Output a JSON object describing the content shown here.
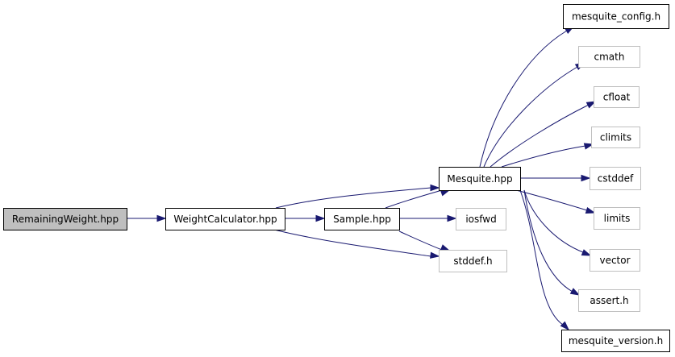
{
  "graph": {
    "nodes": [
      {
        "id": "remainingweight",
        "label": "RemainingWeight.hpp",
        "style": "current"
      },
      {
        "id": "weightcalculator",
        "label": "WeightCalculator.hpp",
        "style": "documented"
      },
      {
        "id": "sample",
        "label": "Sample.hpp",
        "style": "documented"
      },
      {
        "id": "mesquite",
        "label": "Mesquite.hpp",
        "style": "documented"
      },
      {
        "id": "iosfwd",
        "label": "iosfwd",
        "style": "external"
      },
      {
        "id": "stddef",
        "label": "stddef.h",
        "style": "external"
      },
      {
        "id": "mesquite_config",
        "label": "mesquite_config.h",
        "style": "documented"
      },
      {
        "id": "cmath",
        "label": "cmath",
        "style": "external"
      },
      {
        "id": "cfloat",
        "label": "cfloat",
        "style": "external"
      },
      {
        "id": "climits",
        "label": "climits",
        "style": "external"
      },
      {
        "id": "cstddef",
        "label": "cstddef",
        "style": "external"
      },
      {
        "id": "limits",
        "label": "limits",
        "style": "external"
      },
      {
        "id": "vector",
        "label": "vector",
        "style": "external"
      },
      {
        "id": "assert",
        "label": "assert.h",
        "style": "external"
      },
      {
        "id": "mesquite_version",
        "label": "mesquite_version.h",
        "style": "documented"
      }
    ],
    "edges": [
      {
        "from": "remainingweight",
        "to": "weightcalculator"
      },
      {
        "from": "weightcalculator",
        "to": "mesquite"
      },
      {
        "from": "weightcalculator",
        "to": "sample"
      },
      {
        "from": "weightcalculator",
        "to": "stddef"
      },
      {
        "from": "sample",
        "to": "mesquite"
      },
      {
        "from": "sample",
        "to": "iosfwd"
      },
      {
        "from": "sample",
        "to": "stddef"
      },
      {
        "from": "mesquite",
        "to": "mesquite_config"
      },
      {
        "from": "mesquite",
        "to": "cmath"
      },
      {
        "from": "mesquite",
        "to": "cfloat"
      },
      {
        "from": "mesquite",
        "to": "climits"
      },
      {
        "from": "mesquite",
        "to": "cstddef"
      },
      {
        "from": "mesquite",
        "to": "limits"
      },
      {
        "from": "mesquite",
        "to": "vector"
      },
      {
        "from": "mesquite",
        "to": "assert"
      },
      {
        "from": "mesquite",
        "to": "mesquite_version"
      }
    ],
    "colors": {
      "edge": "#191970",
      "current_fill": "#bfbfbf",
      "documented_border": "#000000",
      "external_border": "#bfbfbf",
      "text": "#000000"
    }
  }
}
